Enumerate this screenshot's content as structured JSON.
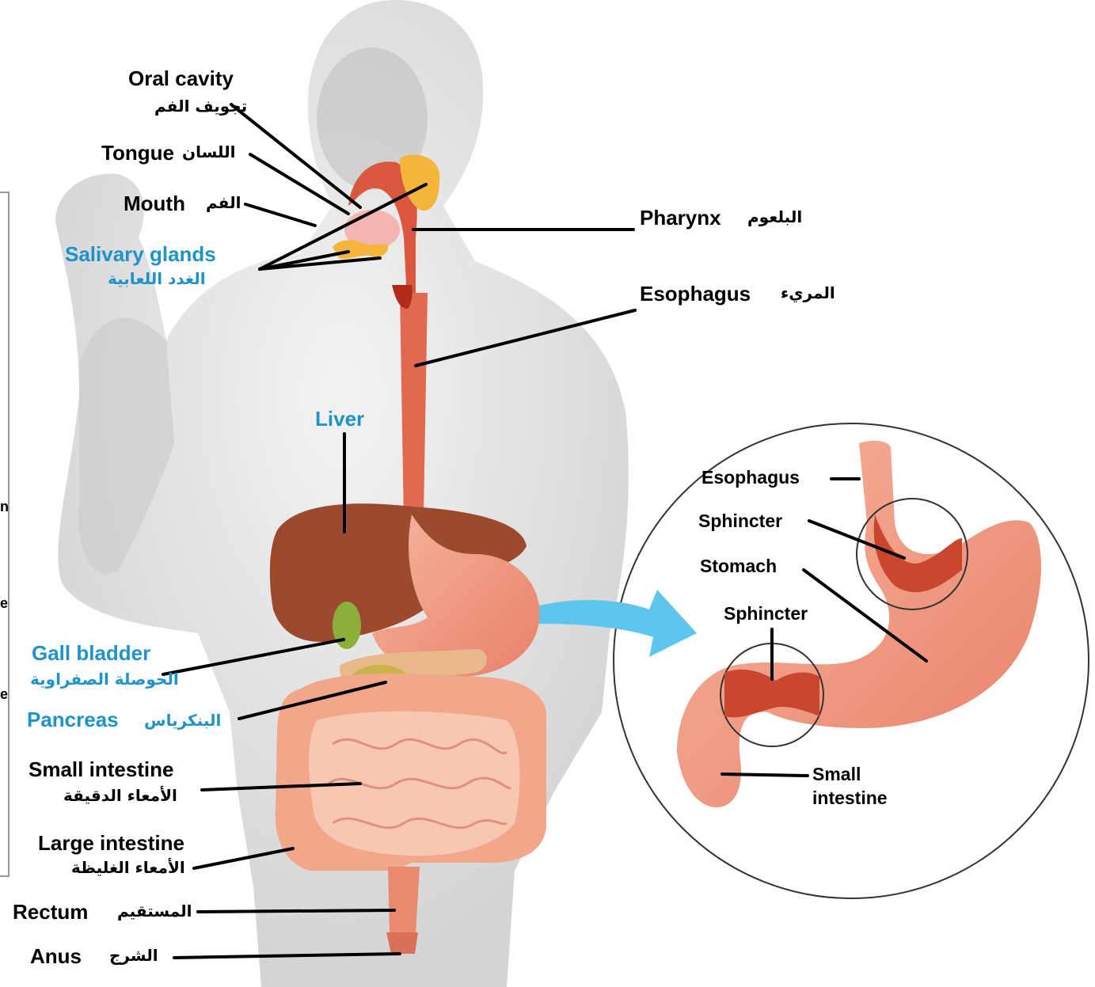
{
  "labels": {
    "oral_cavity": {
      "en": "Oral cavity",
      "ar": "تجويف الفم"
    },
    "tongue": {
      "en": "Tongue",
      "ar": "اللسان"
    },
    "mouth": {
      "en": "Mouth",
      "ar": "الفم"
    },
    "salivary": {
      "en": "Salivary glands",
      "ar": "الغدد اللعابية"
    },
    "pharynx": {
      "en": "Pharynx",
      "ar": "البلعوم"
    },
    "esophagus": {
      "en": "Esophagus",
      "ar": "المريء"
    },
    "liver": {
      "en": "Liver"
    },
    "gall_bladder": {
      "en": "Gall bladder",
      "ar": "الحوصلة الصفراوية"
    },
    "pancreas": {
      "en": "Pancreas",
      "ar": "البنكرياس"
    },
    "small_intestine": {
      "en": "Small intestine",
      "ar": "الأمعاء الدقيقة"
    },
    "large_intestine": {
      "en": "Large intestine",
      "ar": "الأمعاء الغليظة"
    },
    "rectum": {
      "en": "Rectum",
      "ar": "المستقيم"
    },
    "anus": {
      "en": "Anus",
      "ar": "الشرج"
    }
  },
  "inset": {
    "esophagus": "Esophagus",
    "sphincter_top": "Sphincter",
    "stomach": "Stomach",
    "sphincter_bottom": "Sphincter",
    "small_intestine_1": "Small",
    "small_intestine_2": "intestine"
  },
  "edge_fragments": [
    "n",
    "e",
    "e"
  ],
  "colors": {
    "blue_label": "#1e93c8",
    "arrow": "#5ec6ec",
    "organ_red": "#d9583f",
    "stomach": "#f2a184",
    "liver": "#9c4a2e",
    "gland": "#f4b63a",
    "gallbladder": "#8cae3a"
  }
}
